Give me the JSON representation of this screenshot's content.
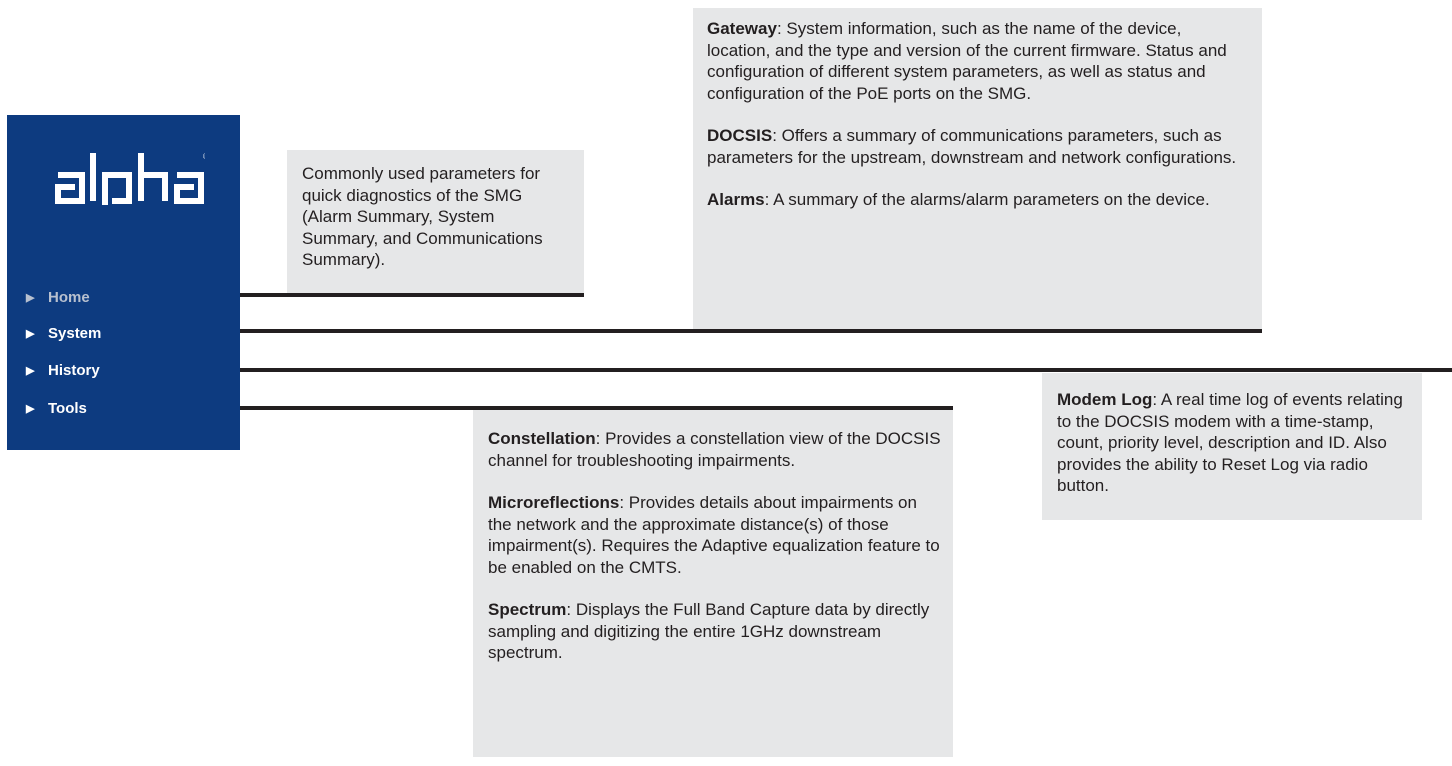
{
  "brand": {
    "logo_text": "alpha",
    "registered_mark": "®"
  },
  "nav": {
    "items": [
      {
        "label": "Home"
      },
      {
        "label": "System"
      },
      {
        "label": "History"
      },
      {
        "label": "Tools"
      }
    ]
  },
  "callouts": {
    "home": {
      "text": "Commonly used parameters for quick diagnostics of the SMG (Alarm Summary, System Summary, and Communications Summary)."
    },
    "system": [
      {
        "term": "Gateway",
        "desc": ": System information, such as the name of the device, location, and the type and version of the current firmware. Status and configuration of different system parameters, as well as status and configuration of the PoE ports on the SMG."
      },
      {
        "term": "DOCSIS",
        "desc": ": Offers a summary of communications parameters, such as parameters for the upstream, downstream and network configurations."
      },
      {
        "term": "Alarms",
        "desc": ": A summary of the alarms/alarm parameters on the device."
      }
    ],
    "history": [
      {
        "term": "Modem Log",
        "desc": ": A real time log of events relating to the DOCSIS modem with a time-stamp, count, priority level, description and ID. Also provides the ability to Reset Log via radio button."
      }
    ],
    "tools": [
      {
        "term": "Constellation",
        "desc": ": Provides a constellation view of the DOCSIS channel for troubleshooting impairments."
      },
      {
        "term": "Microreflections",
        "desc": ": Provides details about impairments on the network and the approximate distance(s) of those impairment(s). Requires the Adaptive equalization feature to be enabled on the CMTS."
      },
      {
        "term": "Spectrum",
        "desc": ": Displays the Full Band Capture data by directly sampling and digitizing the entire 1GHz downstream spectrum."
      }
    ]
  }
}
